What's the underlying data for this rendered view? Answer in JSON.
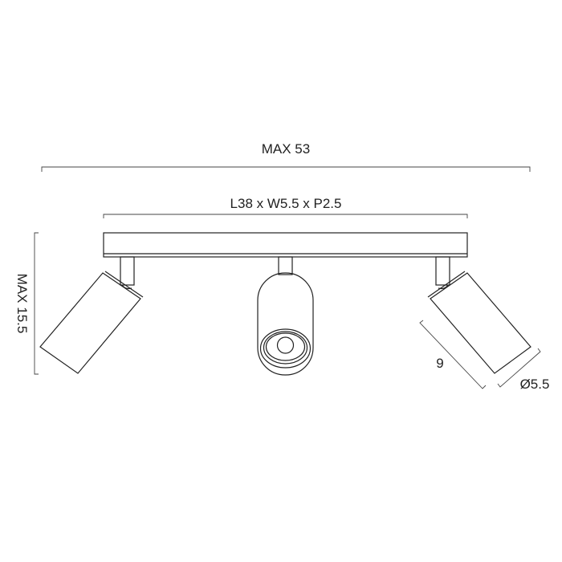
{
  "dimensions": {
    "max_width": "MAX 53",
    "base": "L38 x W5.5 x P2.5",
    "max_height": "MAX 15.5",
    "shade_length": "9",
    "shade_diameter": "Ø5.5"
  },
  "colors": {
    "line": "#222222",
    "background": "#ffffff"
  }
}
